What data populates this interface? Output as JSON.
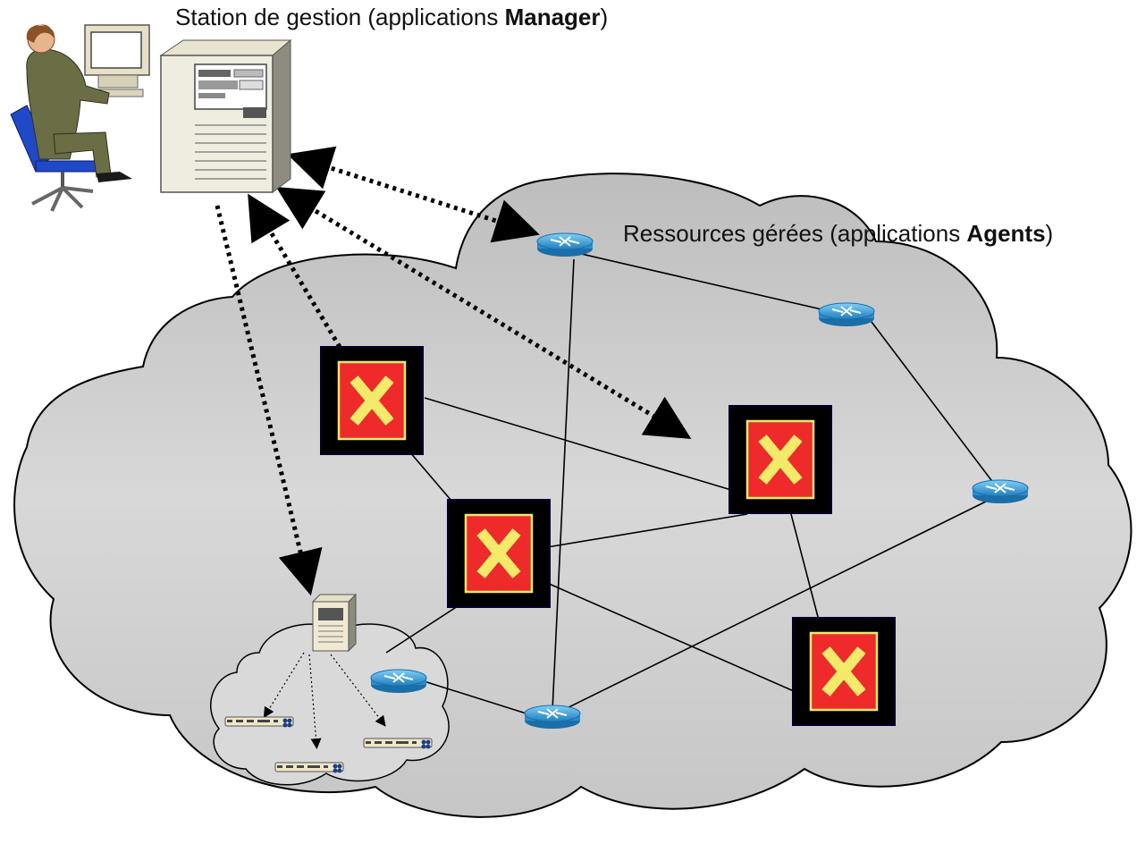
{
  "labels": {
    "manager_prefix": "Station de gestion (applications ",
    "manager_bold": "Manager",
    "manager_suffix": ")",
    "agents_prefix": "Ressources gérées (applications ",
    "agents_bold": "Agents",
    "agents_suffix": ")"
  },
  "colors": {
    "cloud_fill": "#cfcfcf",
    "cloud_stroke": "#000000",
    "switch_outer": "#000000",
    "switch_inner": "#ee2a2a",
    "switch_x": "#f4ea6a",
    "router": "#3aa6e0",
    "arrow": "#000000"
  },
  "icons": {
    "operator": "person-at-computer-icon",
    "server": "server-tower-icon",
    "router": "router-icon",
    "switch": "atm-switch-icon",
    "hub": "hub-device-icon"
  }
}
